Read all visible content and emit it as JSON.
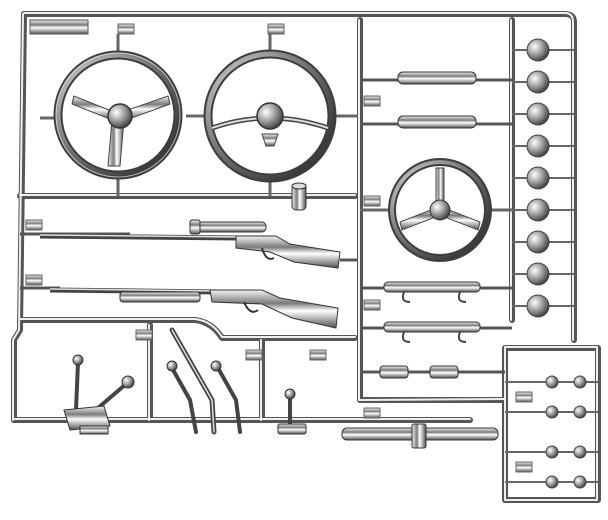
{
  "photo": {
    "background": "#ffffff",
    "chrome_colors": {
      "dark": "#4a4a4a",
      "mid": "#9a9a9a",
      "light": "#e8e8e8",
      "highlight": "#ffffff"
    },
    "sprue_tag": {
      "label": ""
    },
    "parts": [
      "steering-wheel-three-spoke",
      "steering-wheel-horn-ring",
      "steering-wheel-small",
      "scoped-rifle",
      "shotgun",
      "shift-levers",
      "pedals",
      "door-handles",
      "knob-row",
      "exhaust-pipe"
    ]
  }
}
